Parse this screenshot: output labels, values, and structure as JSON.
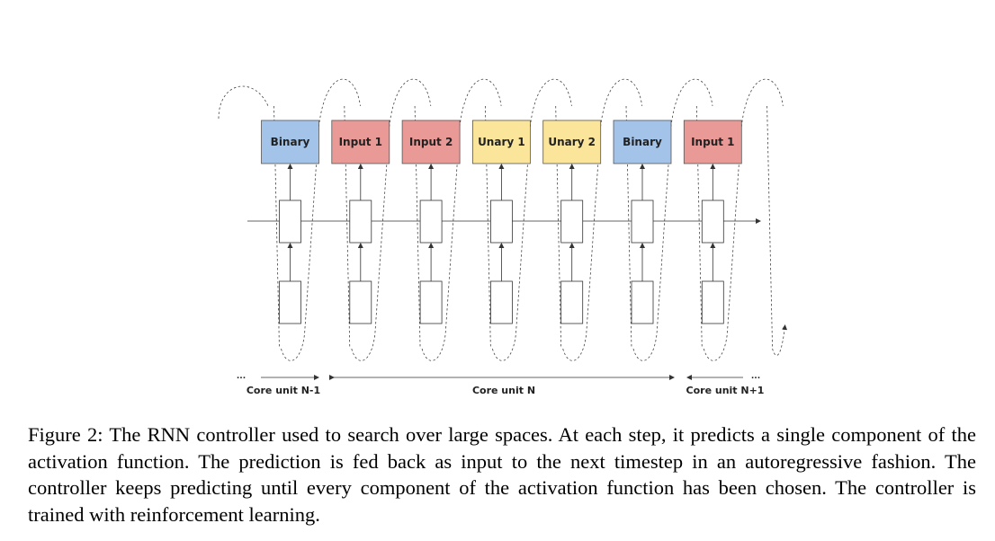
{
  "figure": {
    "tokens": [
      {
        "label": "Binary",
        "color": "#a3c3e8"
      },
      {
        "label": "Input 1",
        "color": "#e99a97"
      },
      {
        "label": "Input 2",
        "color": "#e99a97"
      },
      {
        "label": "Unary 1",
        "color": "#fbe59a"
      },
      {
        "label": "Unary 2",
        "color": "#fbe59a"
      },
      {
        "label": "Binary",
        "color": "#a3c3e8"
      },
      {
        "label": "Input 1",
        "color": "#e99a97"
      }
    ],
    "core_units": {
      "left": "Core unit N-1",
      "middle": "Core unit N",
      "right": "Core unit N+1",
      "ellipsis": "..."
    }
  },
  "caption": "Figure 2: The RNN controller used to search over large spaces. At each step, it predicts a single component of the activation function. The prediction is fed back as input to the next timestep in an autoregressive fashion. The controller keeps predicting until every component of the activation function has been chosen. The controller is trained with reinforcement learning."
}
